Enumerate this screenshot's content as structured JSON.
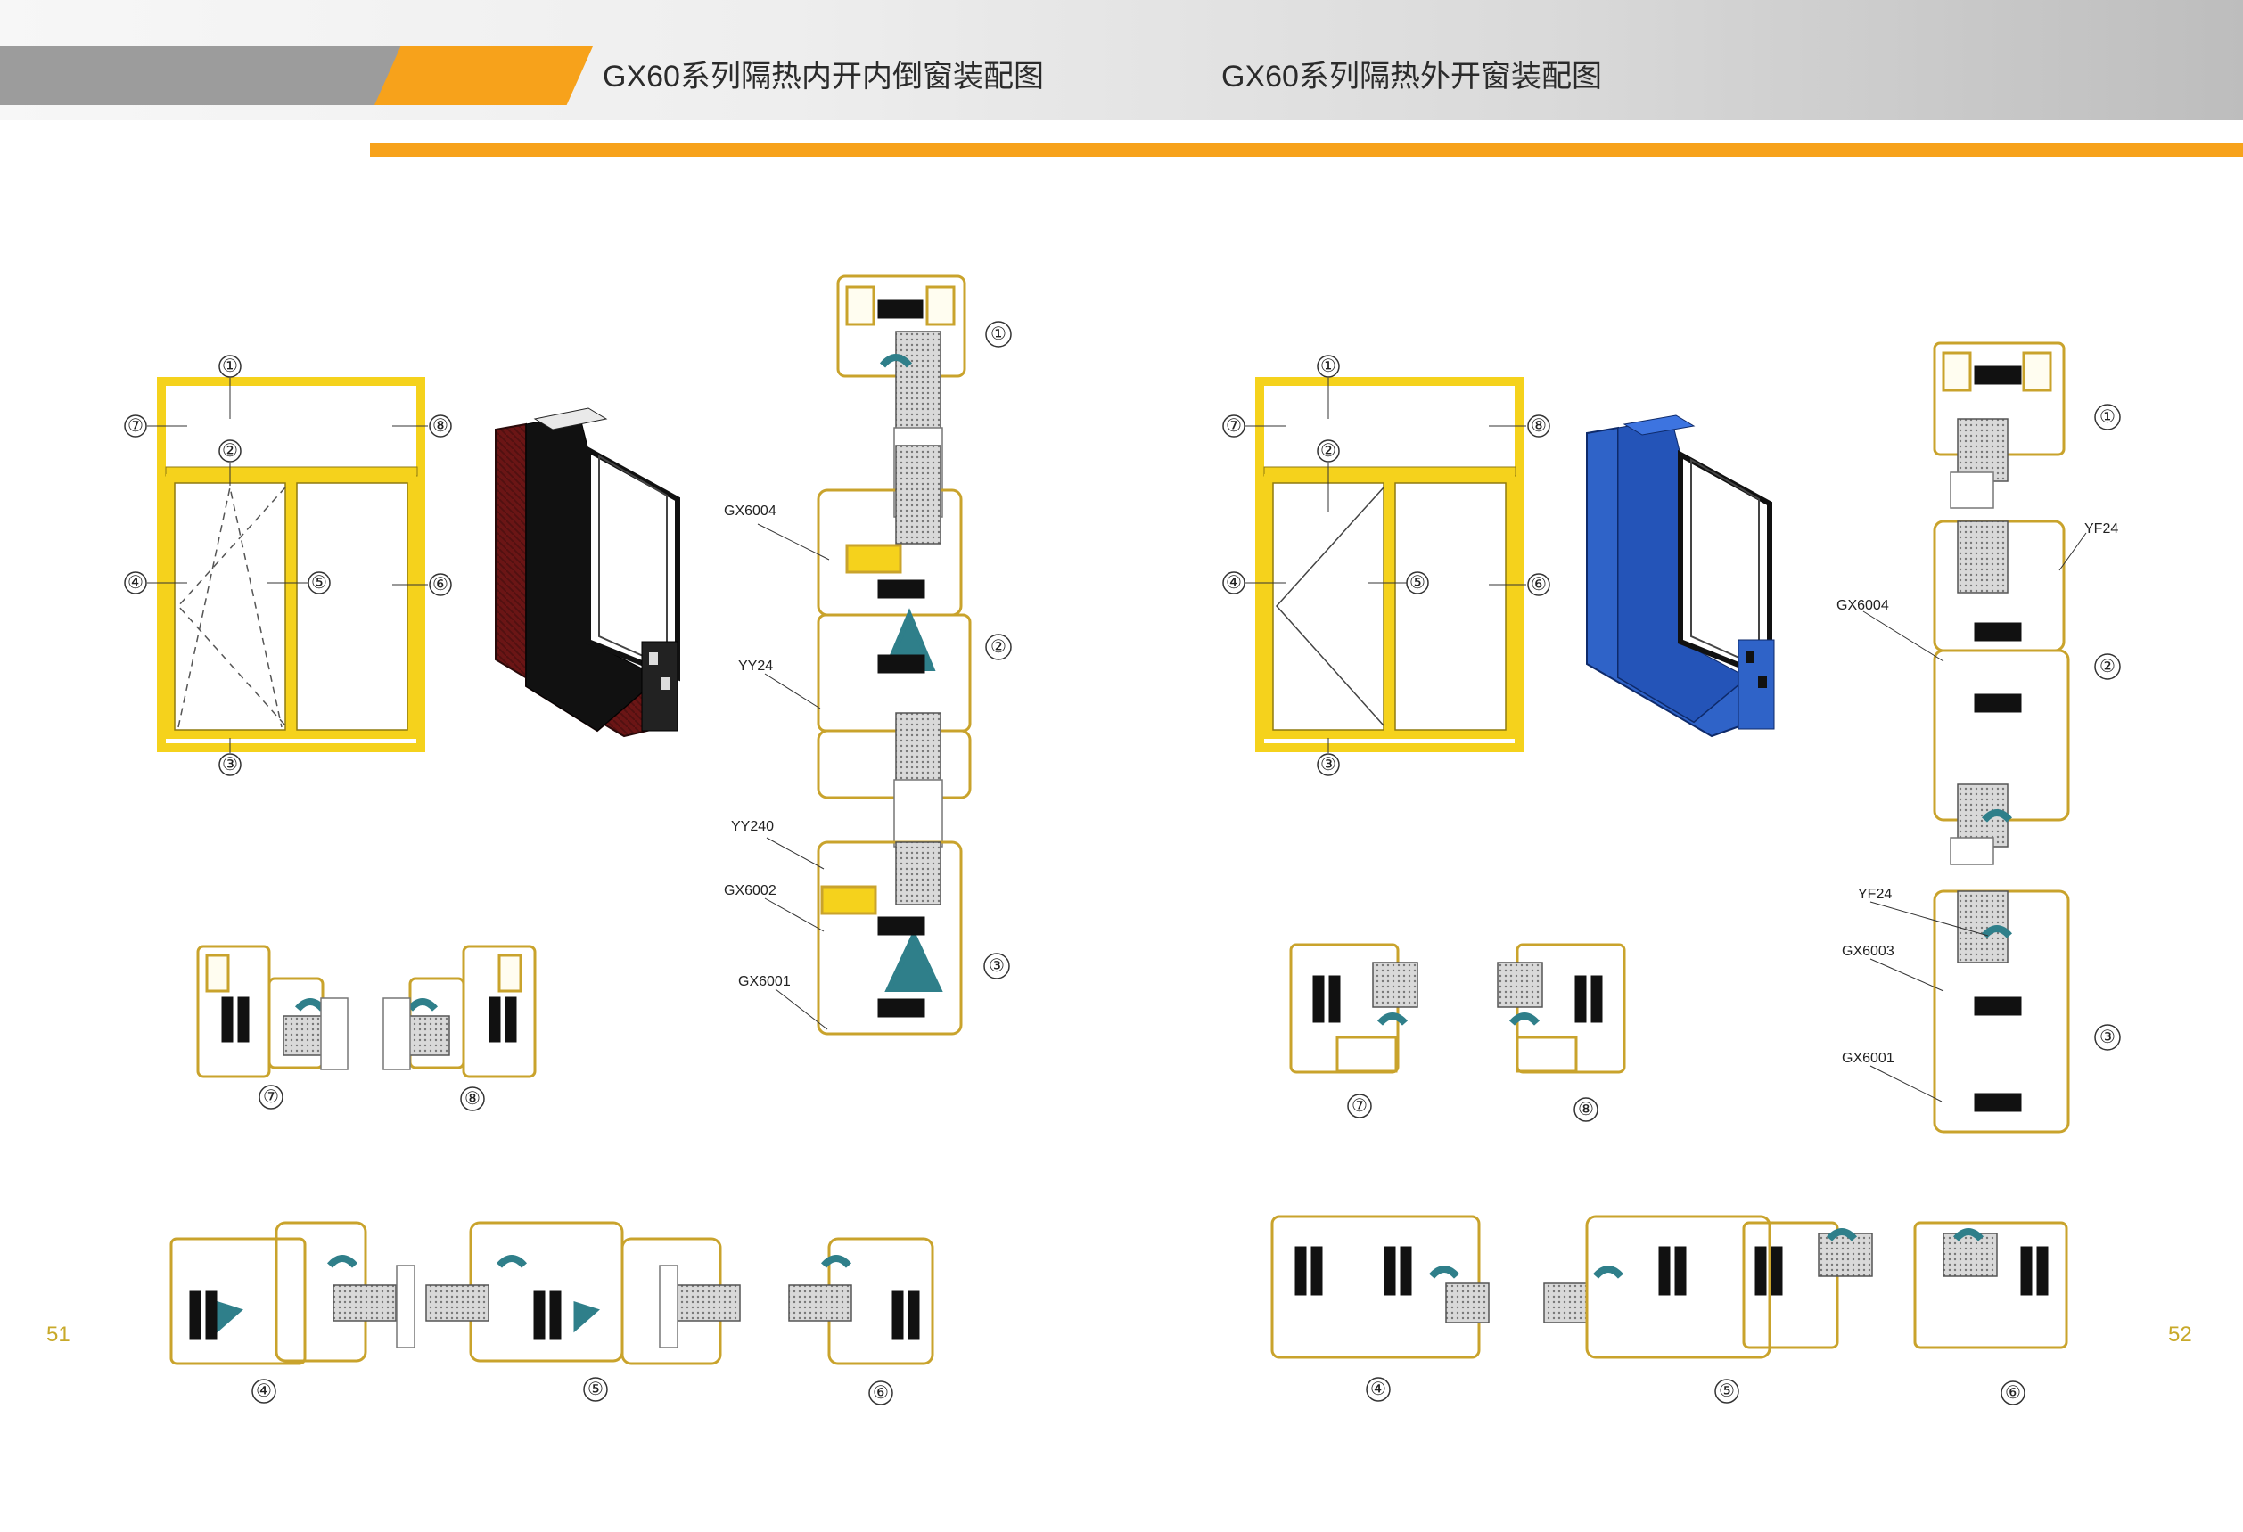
{
  "header": {
    "left_title": "GX60系列隔热内开内倒窗装配图",
    "right_title": "GX60系列隔热外开窗装配图"
  },
  "page_numbers": {
    "left": "51",
    "right": "52"
  },
  "callouts": [
    "①",
    "②",
    "③",
    "④",
    "⑤",
    "⑥",
    "⑦",
    "⑧"
  ],
  "left_page": {
    "vertical_section_parts": [
      "GX6004",
      "YY24",
      "YY240",
      "GX6002",
      "GX6001"
    ]
  },
  "right_page": {
    "vertical_section_parts": [
      "YF24",
      "GX6004",
      "YF24",
      "GX6003",
      "GX6001"
    ]
  },
  "colors": {
    "accent_orange": "#f7a21b",
    "frame_yellow": "#f5d21c",
    "profile_outline": "#c9a32c",
    "gasket_teal": "#2f7f8a",
    "left_profile_color": "#6b1515",
    "right_profile_color": "#2f63c8"
  }
}
